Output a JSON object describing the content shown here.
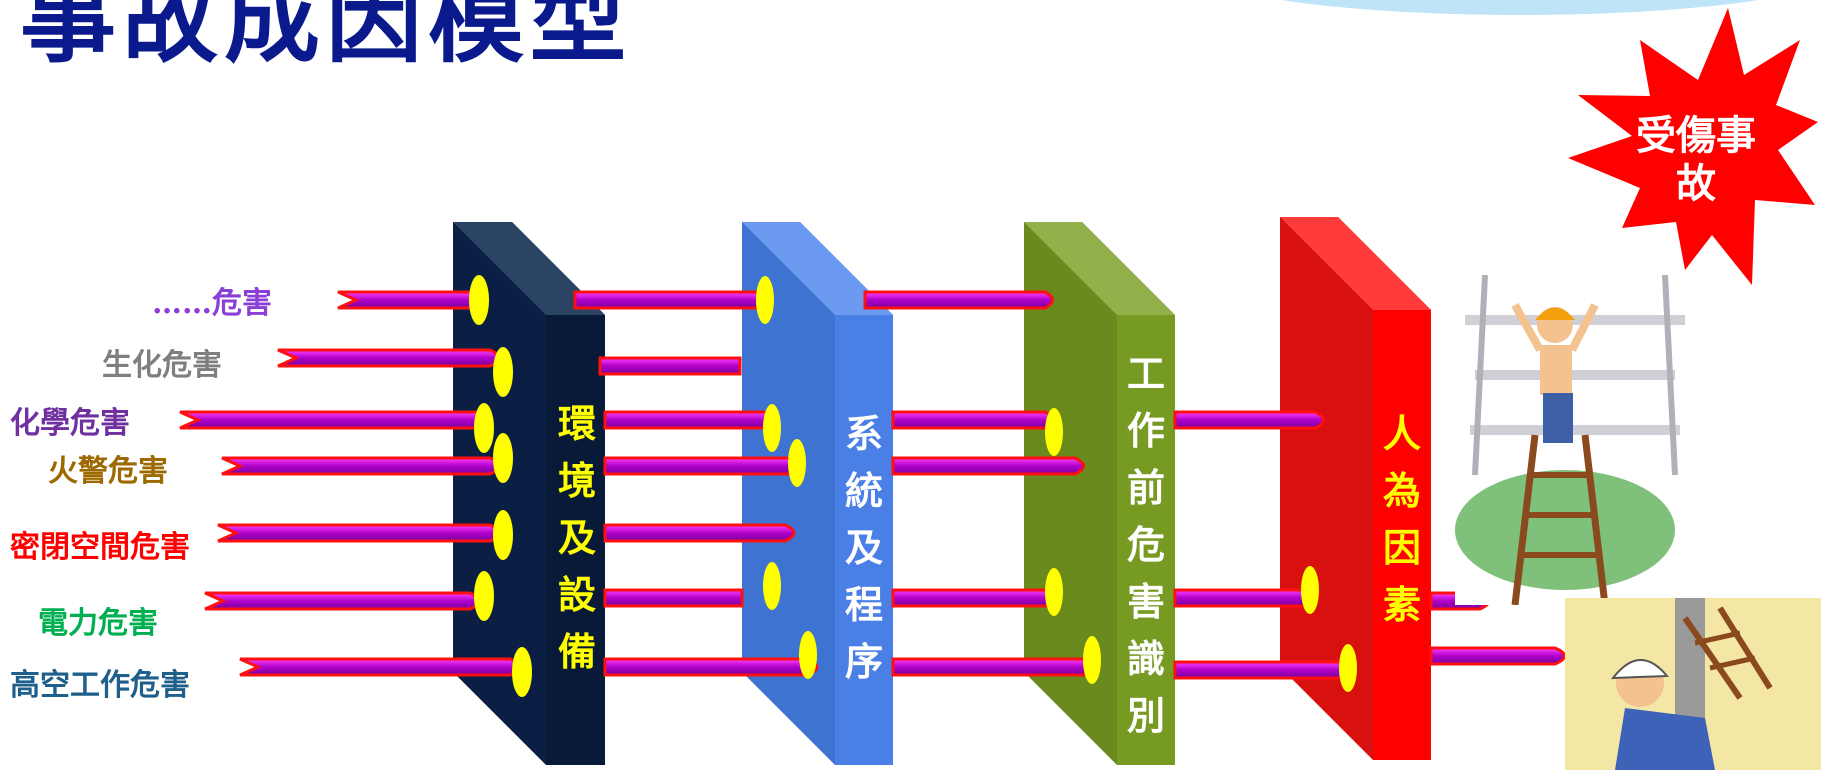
{
  "title": "事故成因模型",
  "hazards": [
    {
      "label": "……危害",
      "color": "#8a3fd6"
    },
    {
      "label": "生化危害",
      "color": "#7f7f7f"
    },
    {
      "label": "化學危害",
      "color": "#7030a0"
    },
    {
      "label": "火警危害",
      "color": "#9c6a00"
    },
    {
      "label": "密閉空間危害",
      "color": "#ff0000"
    },
    {
      "label": "電力危害",
      "color": "#00b050"
    },
    {
      "label": "高空工作危害",
      "color": "#1f5f8b"
    }
  ],
  "barriers": [
    {
      "label": "環境及設備",
      "text_color": "#ffff00",
      "face": "#0b1f44",
      "side": "#081a38",
      "top": "#1c3358"
    },
    {
      "label": "系統及程序",
      "text_color": "#ffffff",
      "face": "#3f73d2",
      "side": "#4a7fe6",
      "top": "#6b9af0"
    },
    {
      "label": "工作前危害識別",
      "text_color": "#ffffff",
      "face": "#6b8a1e",
      "side": "#769a22",
      "top": "#94b04a"
    },
    {
      "label": "人為因素",
      "text_color": "#ffff00",
      "face": "#d81010",
      "side": "#ff0000",
      "top": "#ff3b3b"
    }
  ],
  "outcome": {
    "label": "受傷事故",
    "color": "#ff0000"
  },
  "colors": {
    "title": "#0a1a8c",
    "arrow_fill": "#c000c0",
    "arrow_stroke": "#ff0000",
    "hole": "#ffff00"
  }
}
